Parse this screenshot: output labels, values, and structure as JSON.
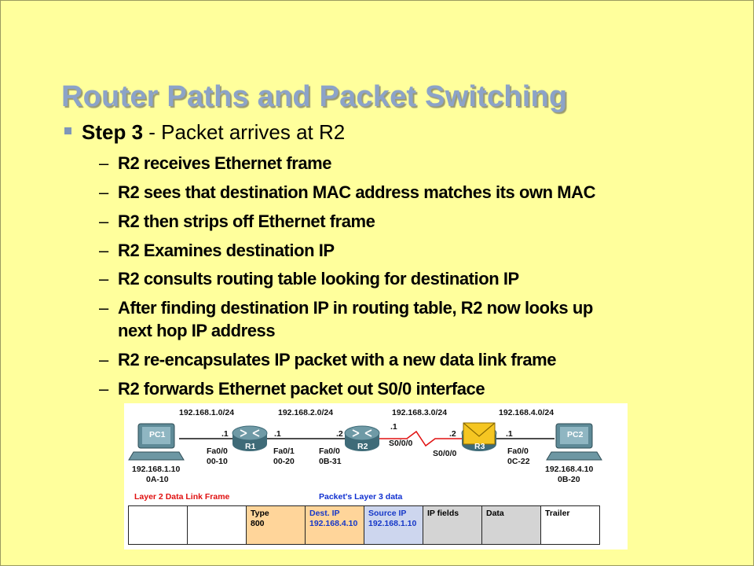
{
  "title": "Router Paths and Packet Switching",
  "bullet": {
    "bold": "Step 3",
    "rest": " - Packet arrives at R2"
  },
  "subitems": [
    "R2 receives Ethernet frame",
    "R2 sees that destination MAC address matches its own MAC",
    "R2 then strips off Ethernet frame",
    "R2 Examines destination IP",
    "R2 consults routing table looking for destination IP",
    "After finding destination IP in routing table, R2 now looks up",
    "next hop IP address",
    "R2 re-encapsulates IP packet with a new data link frame",
    "R2 forwards Ethernet packet out S0/0 interface"
  ],
  "diagram": {
    "networks": [
      "192.168.1.0/24",
      "192.168.2.0/24",
      "192.168.3.0/24",
      "192.168.4.0/24"
    ],
    "pc1": {
      "name": "PC1",
      "ip": "192.168.1.10",
      "mac": "0A-10",
      "host": ".1"
    },
    "pc2": {
      "name": "PC2",
      "ip": "192.168.4.10",
      "mac": "0B-20"
    },
    "r1": {
      "name": "R1",
      "left_if": "Fa0/0",
      "left_mac": "00-10",
      "right_if": "Fa0/1",
      "right_mac": "00-20",
      "right_host": ".1"
    },
    "r2": {
      "name": "R2",
      "left_if": "Fa0/0",
      "left_mac": "0B-31",
      "left_host": ".2",
      "right_if": "S0/0/0",
      "right_host": ".1"
    },
    "r3": {
      "name": "R3",
      "left_if": "S0/0/0",
      "left_host": ".2",
      "right_if": "Fa0/0",
      "right_mac": "0C-22",
      "right_host": ".1"
    },
    "layer2_label": "Layer 2 Data Link Frame",
    "layer3_label": "Packet's Layer 3 data",
    "frame_fields": [
      {
        "label": "",
        "value": ""
      },
      {
        "label": "",
        "value": ""
      },
      {
        "label": "Type",
        "value": "800"
      },
      {
        "label": "Dest. IP",
        "value": "192.168.4.10"
      },
      {
        "label": "Source IP",
        "value": "192.168.1.10"
      },
      {
        "label": "IP fields",
        "value": ""
      },
      {
        "label": "Data",
        "value": ""
      },
      {
        "label": "Trailer",
        "value": ""
      }
    ],
    "colors": {
      "background": "#ffff9c",
      "title": "#8ca3c8",
      "dest_ip_cell": "#ffd59a",
      "source_ip_cell": "#cdd6ee",
      "grey_cell": "#d4d4d4",
      "serial_link": "#e01010"
    }
  }
}
